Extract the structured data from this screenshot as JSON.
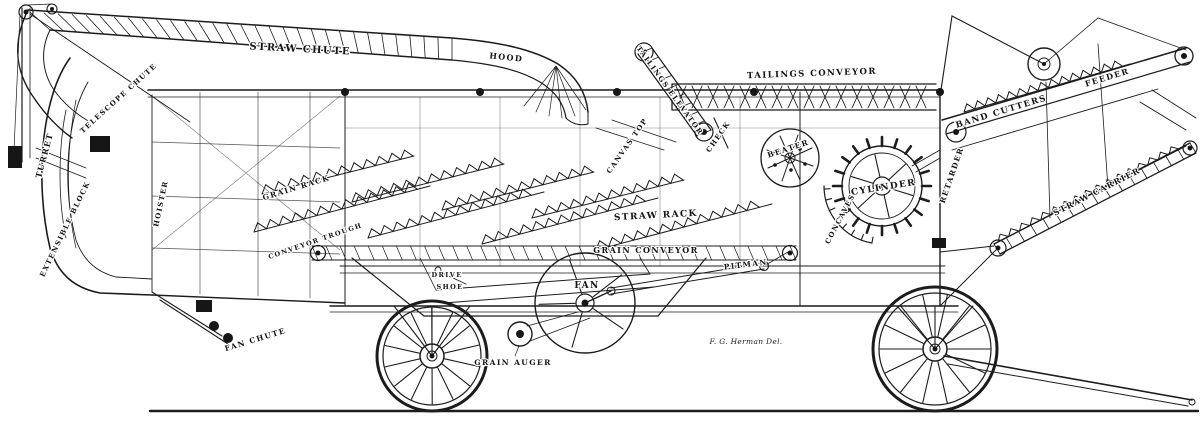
{
  "colors": {
    "ink": "#1c1c1c",
    "paper": "#ffffff"
  },
  "labels": {
    "turret": "TURRET",
    "telescope_chute": "TELESCOPE CHUTE",
    "extensible_block": "EXTENSIBLE BLOCK",
    "hoister": "HOISTER",
    "straw_chute": "STRAW CHUTE",
    "hood": "HOOD",
    "tailings_elevator": "TAILINGS ELEVATOR",
    "tailings_conveyor": "TAILINGS CONVEYOR",
    "canvas_top": "CANVAS TOP",
    "check": "CHECK",
    "beater": "BEATER",
    "cylinder": "CYLINDER",
    "concaves": "CONCAVES",
    "band_cutters": "BAND CUTTERS",
    "feeder": "FEEDER",
    "retarder": "RETARDER",
    "straw_carrier": "STRAW CARRIER",
    "straw_rack": "STRAW RACK",
    "grain_rack": "GRAIN RACK",
    "conveyor_trough": "CONVEYOR TROUGH",
    "grain_conveyor": "GRAIN CONVEYOR",
    "fan": "FAN",
    "pitman": "PITMAN",
    "drive": "DRIVE",
    "shoe": "SHOE",
    "grain_auger": "GRAIN AUGER",
    "fan_chute": "FAN CHUTE",
    "signature": "F. G. Herman Del."
  }
}
